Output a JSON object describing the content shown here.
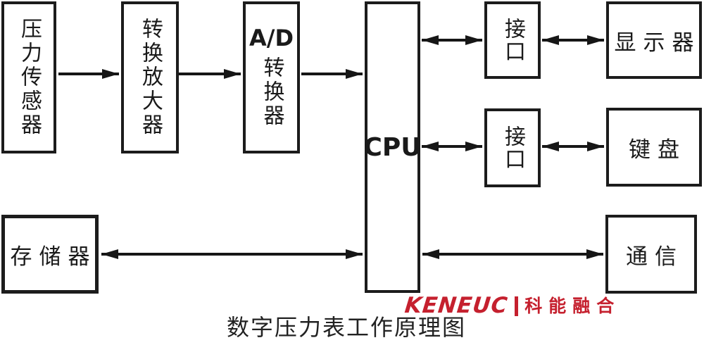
{
  "diagram": {
    "boxes": {
      "pressure_sensor": "压力传感器",
      "conversion_amplifier": "转换放大器",
      "ad_label": "A/D",
      "ad_converter_suffix": "转换器",
      "cpu": "CPU",
      "interface_display": "接口",
      "interface_keyboard": "接口",
      "display": "显示器",
      "keyboard": "键盘",
      "memory": "存储器",
      "communication": "通信"
    },
    "caption": "数字压力表工作原理图",
    "logo": {
      "brand": "KENEUC",
      "brand_cn": "科能融合",
      "color": "#c5202e"
    },
    "colors": {
      "line": "#161616",
      "border": "#1c1c1c",
      "background": "#ffffff"
    }
  }
}
